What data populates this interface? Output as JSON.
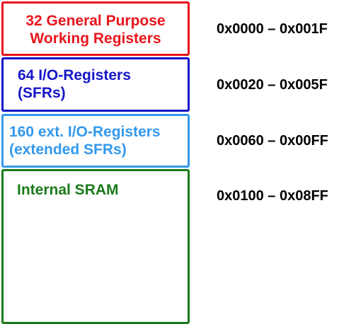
{
  "regions": [
    {
      "id": "gpr",
      "label": "32 General Purpose\nWorking Registers",
      "address_range": "0x0000 – 0x001F",
      "color": "#e8161c"
    },
    {
      "id": "io",
      "label": "64 I/O-Registers\n(SFRs)",
      "address_range": "0x0020 – 0x005F",
      "color": "#1515c8"
    },
    {
      "id": "ext",
      "label": "160 ext. I/O-Registers\n(extended SFRs)",
      "address_range": "0x0060 – 0x00FF",
      "color": "#3399ee"
    },
    {
      "id": "sram",
      "label": "Internal SRAM",
      "address_range": "0x0100 – 0x08FF",
      "color": "#1a7a1a"
    }
  ]
}
